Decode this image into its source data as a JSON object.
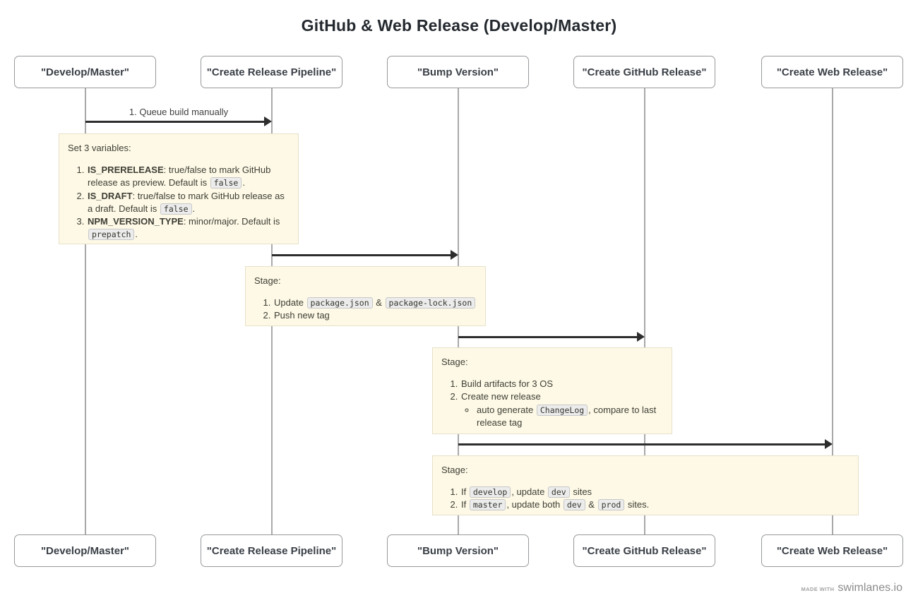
{
  "title": "GitHub & Web Release (Develop/Master)",
  "lanes": [
    {
      "label": "\"Develop/Master\""
    },
    {
      "label": "\"Create Release Pipeline\""
    },
    {
      "label": "\"Bump Version\""
    },
    {
      "label": "\"Create GitHub Release\""
    },
    {
      "label": "\"Create Web Release\""
    }
  ],
  "arrows": [
    {
      "label": "1. Queue build manually",
      "from": "Develop/Master",
      "to": "Create Release Pipeline"
    },
    {
      "label": "",
      "from": "Create Release Pipeline",
      "to": "Bump Version"
    },
    {
      "label": "",
      "from": "Bump Version",
      "to": "Create GitHub Release"
    },
    {
      "label": "",
      "from": "Bump Version",
      "to": "Create Web Release"
    }
  ],
  "notes": [
    {
      "heading": "Set 3 variables:",
      "items": [
        {
          "segments": [
            {
              "bold": "IS_PRERELEASE"
            },
            {
              "text": ": true/false to mark GitHub release as preview. Default is "
            },
            {
              "code": "false"
            },
            {
              "text": "."
            }
          ]
        },
        {
          "segments": [
            {
              "bold": "IS_DRAFT"
            },
            {
              "text": ": true/false to mark GitHub release as a draft. Default is "
            },
            {
              "code": "false"
            },
            {
              "text": "."
            }
          ]
        },
        {
          "segments": [
            {
              "bold": "NPM_VERSION_TYPE"
            },
            {
              "text": ": minor/major. Default is "
            },
            {
              "code": "prepatch"
            },
            {
              "text": "."
            }
          ]
        }
      ]
    },
    {
      "heading": "Stage:",
      "items": [
        {
          "segments": [
            {
              "text": "Update "
            },
            {
              "code": "package.json"
            },
            {
              "text": " & "
            },
            {
              "code": "package-lock.json"
            }
          ]
        },
        {
          "segments": [
            {
              "text": "Push new tag"
            }
          ]
        }
      ]
    },
    {
      "heading": "Stage:",
      "items": [
        {
          "segments": [
            {
              "text": "Build artifacts for 3 OS"
            }
          ]
        },
        {
          "segments": [
            {
              "text": "Create new release"
            }
          ],
          "children": [
            {
              "segments": [
                {
                  "text": "auto generate "
                },
                {
                  "code": "ChangeLog"
                },
                {
                  "text": ", compare to last release tag"
                }
              ]
            }
          ]
        }
      ]
    },
    {
      "heading": "Stage:",
      "items": [
        {
          "segments": [
            {
              "text": "If "
            },
            {
              "code": "develop"
            },
            {
              "text": ", update "
            },
            {
              "code": "dev"
            },
            {
              "text": " sites"
            }
          ]
        },
        {
          "segments": [
            {
              "text": "If "
            },
            {
              "code": "master"
            },
            {
              "text": ", update both "
            },
            {
              "code": "dev"
            },
            {
              "text": " & "
            },
            {
              "code": "prod"
            },
            {
              "text": " sites."
            }
          ]
        }
      ]
    }
  ],
  "footer": {
    "made_with": "MADE WITH",
    "brand": "swimlanes.io"
  },
  "colors": {
    "note_bg": "#fdf9e6",
    "note_border": "#e7e1c9",
    "lifeline": "#a9a9a9",
    "arrow": "#2d2d2d",
    "box_border": "#97999c",
    "title_text": "#24292f",
    "note_text": "#3f3e35"
  }
}
